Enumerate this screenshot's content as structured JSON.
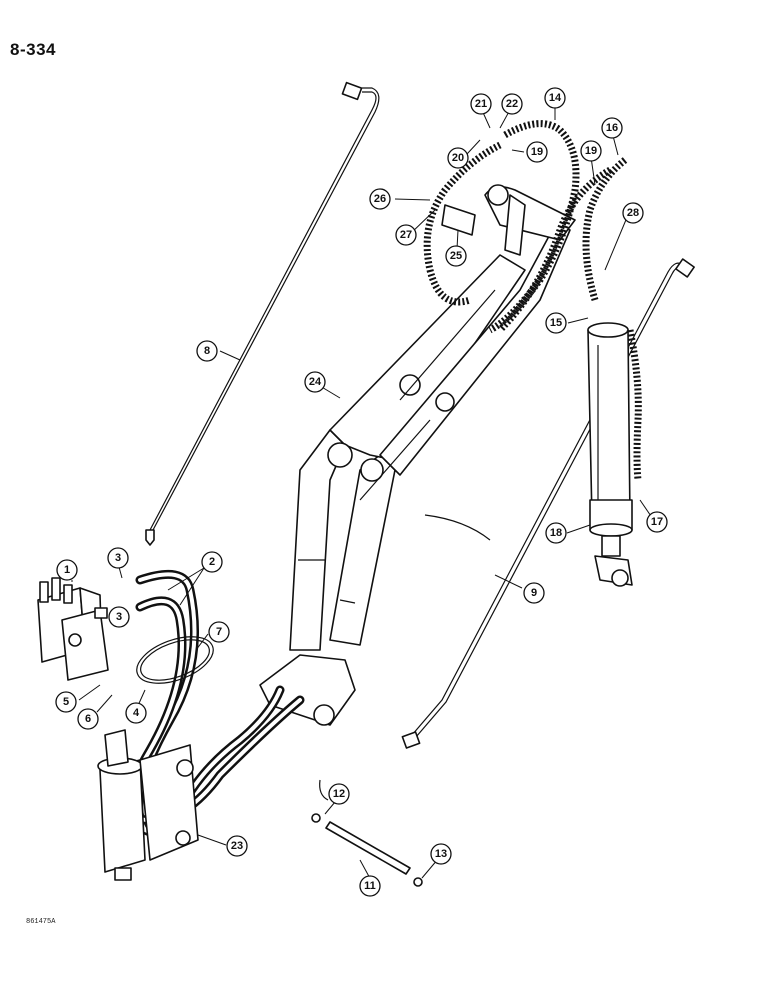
{
  "page_label": "8-334",
  "figure_code": "861475A",
  "callouts": [
    {
      "label": "1"
    },
    {
      "label": "2"
    },
    {
      "label": "3"
    },
    {
      "label": "3"
    },
    {
      "label": "4"
    },
    {
      "label": "5"
    },
    {
      "label": "6"
    },
    {
      "label": "7"
    },
    {
      "label": "8"
    },
    {
      "label": "9"
    },
    {
      "label": "11"
    },
    {
      "label": "12"
    },
    {
      "label": "13"
    },
    {
      "label": "14"
    },
    {
      "label": "15"
    },
    {
      "label": "16"
    },
    {
      "label": "17"
    },
    {
      "label": "18"
    },
    {
      "label": "19"
    },
    {
      "label": "19"
    },
    {
      "label": "20"
    },
    {
      "label": "21"
    },
    {
      "label": "22"
    },
    {
      "label": "23"
    },
    {
      "label": "24"
    },
    {
      "label": "25"
    },
    {
      "label": "26"
    },
    {
      "label": "27"
    },
    {
      "label": "28"
    }
  ]
}
